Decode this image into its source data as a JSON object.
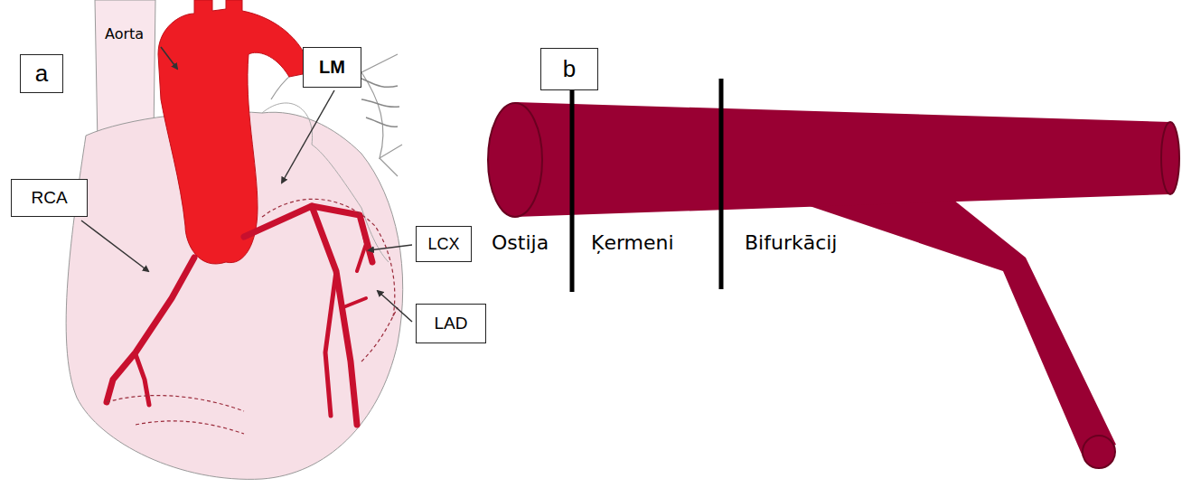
{
  "diagram": {
    "nodes": [
      {
        "text": [
          "a"
        ]
      },
      {
        "text": [
          "LM"
        ]
      },
      {
        "text": [
          "RCA"
        ]
      },
      {
        "text": [
          "LCX"
        ]
      },
      {
        "text": [
          "LAD"
        ]
      },
      {
        "text": [
          "b"
        ]
      }
    ],
    "labels": [
      "Aorta",
      "Ostija",
      "Ķermeni",
      "Bifurkācij"
    ]
  }
}
